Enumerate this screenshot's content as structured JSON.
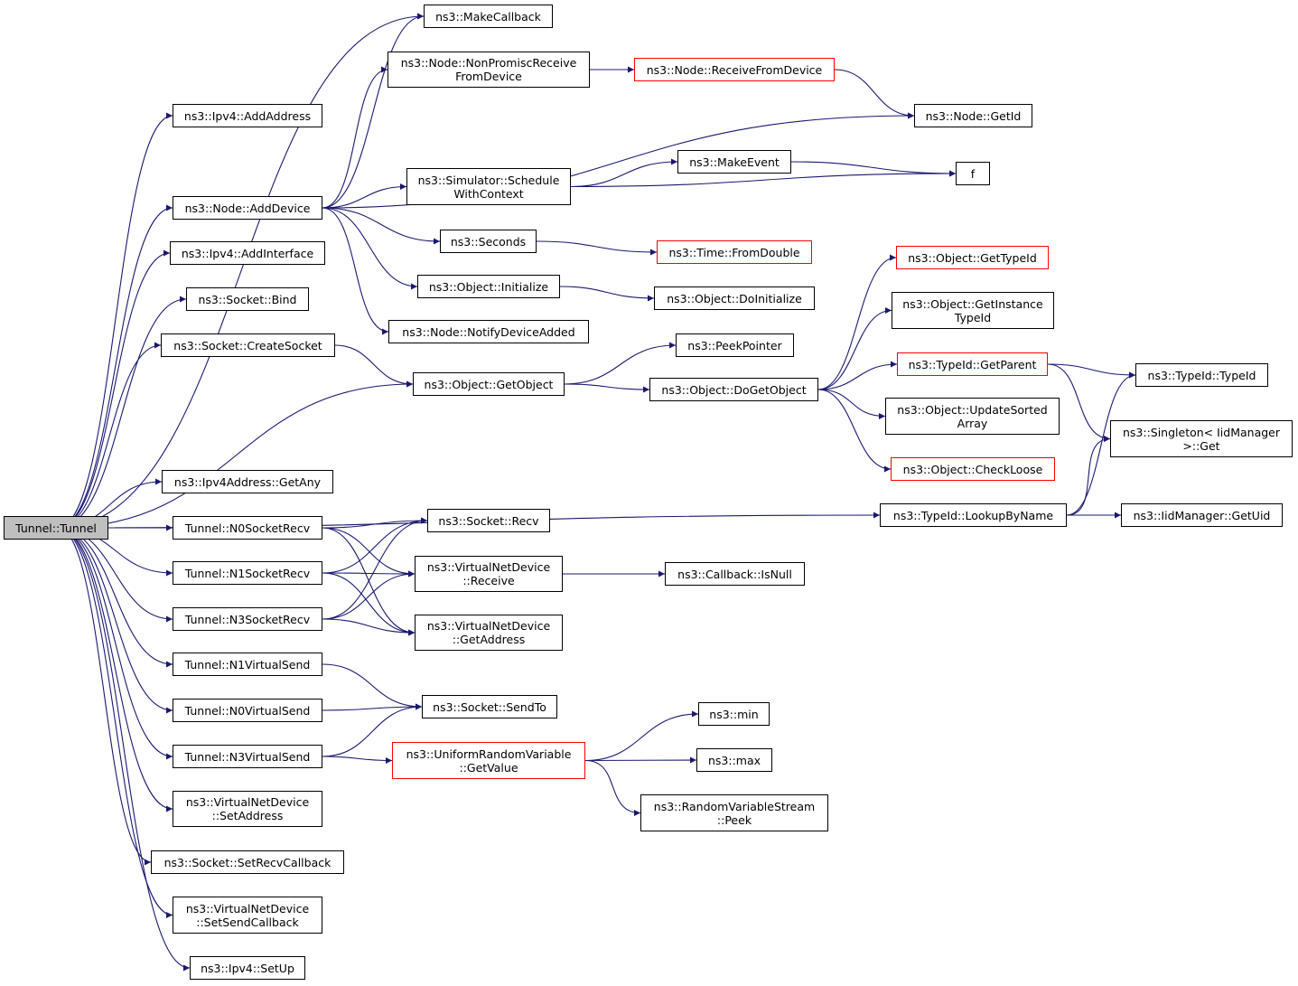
{
  "colors": {
    "edge": "#191970",
    "node_border": "#000000",
    "incomplete_border": "#ff0000",
    "root_fill": "#bfbfbf"
  },
  "nodes": [
    {
      "id": "tunnel",
      "lines": [
        "Tunnel::Tunnel"
      ],
      "style": "root"
    },
    {
      "id": "makecallback",
      "lines": [
        "ns3::MakeCallback"
      ]
    },
    {
      "id": "nonpromisc",
      "lines": [
        "ns3::Node::NonPromiscReceive",
        "FromDevice"
      ]
    },
    {
      "id": "receivefromdevice",
      "lines": [
        "ns3::Node::ReceiveFromDevice"
      ],
      "style": "red"
    },
    {
      "id": "addaddress",
      "lines": [
        "ns3::Ipv4::AddAddress"
      ]
    },
    {
      "id": "getid",
      "lines": [
        "ns3::Node::GetId"
      ]
    },
    {
      "id": "makeevent",
      "lines": [
        "ns3::MakeEvent"
      ]
    },
    {
      "id": "f",
      "lines": [
        "f"
      ]
    },
    {
      "id": "schedule",
      "lines": [
        "ns3::Simulator::Schedule",
        "WithContext"
      ]
    },
    {
      "id": "adddevice",
      "lines": [
        "ns3::Node::AddDevice"
      ]
    },
    {
      "id": "seconds",
      "lines": [
        "ns3::Seconds"
      ]
    },
    {
      "id": "fromdouble",
      "lines": [
        "ns3::Time::FromDouble"
      ],
      "style": "red"
    },
    {
      "id": "addinterface",
      "lines": [
        "ns3::Ipv4::AddInterface"
      ]
    },
    {
      "id": "gettypeid",
      "lines": [
        "ns3::Object::GetTypeId"
      ],
      "style": "red"
    },
    {
      "id": "initialize",
      "lines": [
        "ns3::Object::Initialize"
      ]
    },
    {
      "id": "doinitialize",
      "lines": [
        "ns3::Object::DoInitialize"
      ]
    },
    {
      "id": "bind",
      "lines": [
        "ns3::Socket::Bind"
      ]
    },
    {
      "id": "getinstance",
      "lines": [
        "ns3::Object::GetInstance",
        "TypeId"
      ]
    },
    {
      "id": "notify",
      "lines": [
        "ns3::Node::NotifyDeviceAdded"
      ]
    },
    {
      "id": "createsocket",
      "lines": [
        "ns3::Socket::CreateSocket"
      ]
    },
    {
      "id": "peekpointer",
      "lines": [
        "ns3::PeekPointer"
      ]
    },
    {
      "id": "getparent",
      "lines": [
        "ns3::TypeId::GetParent"
      ],
      "style": "red"
    },
    {
      "id": "typeid",
      "lines": [
        "ns3::TypeId::TypeId"
      ]
    },
    {
      "id": "getobject",
      "lines": [
        "ns3::Object::GetObject"
      ]
    },
    {
      "id": "dogetobject",
      "lines": [
        "ns3::Object::DoGetObject"
      ]
    },
    {
      "id": "updatesorted",
      "lines": [
        "ns3::Object::UpdateSorted",
        "Array"
      ]
    },
    {
      "id": "singleton",
      "lines": [
        "ns3::Singleton< IidManager",
        "  >::Get"
      ]
    },
    {
      "id": "checkloose",
      "lines": [
        "ns3::Object::CheckLoose"
      ],
      "style": "red"
    },
    {
      "id": "getany",
      "lines": [
        "ns3::Ipv4Address::GetAny"
      ]
    },
    {
      "id": "n0recv",
      "lines": [
        "Tunnel::N0SocketRecv"
      ]
    },
    {
      "id": "recv",
      "lines": [
        "ns3::Socket::Recv"
      ]
    },
    {
      "id": "lookup",
      "lines": [
        "ns3::TypeId::LookupByName"
      ]
    },
    {
      "id": "getuid",
      "lines": [
        "ns3::IidManager::GetUid"
      ]
    },
    {
      "id": "n1recv",
      "lines": [
        "Tunnel::N1SocketRecv"
      ]
    },
    {
      "id": "receive",
      "lines": [
        "ns3::VirtualNetDevice",
        "::Receive"
      ]
    },
    {
      "id": "isnull",
      "lines": [
        "ns3::Callback::IsNull"
      ]
    },
    {
      "id": "n3recv",
      "lines": [
        "Tunnel::N3SocketRecv"
      ]
    },
    {
      "id": "getaddress",
      "lines": [
        "ns3::VirtualNetDevice",
        "::GetAddress"
      ]
    },
    {
      "id": "n1send",
      "lines": [
        "Tunnel::N1VirtualSend"
      ]
    },
    {
      "id": "n0send",
      "lines": [
        "Tunnel::N0VirtualSend"
      ]
    },
    {
      "id": "sendto",
      "lines": [
        "ns3::Socket::SendTo"
      ]
    },
    {
      "id": "min",
      "lines": [
        "ns3::min"
      ]
    },
    {
      "id": "n3send",
      "lines": [
        "Tunnel::N3VirtualSend"
      ]
    },
    {
      "id": "getvalue",
      "lines": [
        "ns3::UniformRandomVariable",
        "::GetValue"
      ],
      "style": "red"
    },
    {
      "id": "max",
      "lines": [
        "ns3::max"
      ]
    },
    {
      "id": "peek",
      "lines": [
        "ns3::RandomVariableStream",
        "::Peek"
      ]
    },
    {
      "id": "setaddress",
      "lines": [
        "ns3::VirtualNetDevice",
        "::SetAddress"
      ]
    },
    {
      "id": "setrecvcb",
      "lines": [
        "ns3::Socket::SetRecvCallback"
      ]
    },
    {
      "id": "setsendcb",
      "lines": [
        "ns3::VirtualNetDevice",
        "::SetSendCallback"
      ]
    },
    {
      "id": "setup",
      "lines": [
        "ns3::Ipv4::SetUp"
      ]
    }
  ],
  "edges": [
    [
      "tunnel",
      "addaddress"
    ],
    [
      "tunnel",
      "adddevice"
    ],
    [
      "tunnel",
      "addinterface"
    ],
    [
      "tunnel",
      "bind"
    ],
    [
      "tunnel",
      "createsocket"
    ],
    [
      "tunnel",
      "getobject"
    ],
    [
      "tunnel",
      "lookup"
    ],
    [
      "tunnel",
      "getany"
    ],
    [
      "tunnel",
      "n0recv"
    ],
    [
      "tunnel",
      "n1recv"
    ],
    [
      "tunnel",
      "n3recv"
    ],
    [
      "tunnel",
      "n1send"
    ],
    [
      "tunnel",
      "n0send"
    ],
    [
      "tunnel",
      "n3send"
    ],
    [
      "tunnel",
      "setaddress"
    ],
    [
      "tunnel",
      "setrecvcb"
    ],
    [
      "tunnel",
      "setsendcb"
    ],
    [
      "tunnel",
      "setup"
    ],
    [
      "tunnel",
      "makecallback"
    ],
    [
      "adddevice",
      "makecallback"
    ],
    [
      "adddevice",
      "nonpromisc"
    ],
    [
      "adddevice",
      "getid"
    ],
    [
      "adddevice",
      "schedule"
    ],
    [
      "adddevice",
      "seconds"
    ],
    [
      "adddevice",
      "initialize"
    ],
    [
      "adddevice",
      "notify"
    ],
    [
      "nonpromisc",
      "receivefromdevice"
    ],
    [
      "receivefromdevice",
      "getid"
    ],
    [
      "schedule",
      "makeevent"
    ],
    [
      "schedule",
      "f"
    ],
    [
      "makeevent",
      "f"
    ],
    [
      "seconds",
      "fromdouble"
    ],
    [
      "initialize",
      "doinitialize"
    ],
    [
      "createsocket",
      "getobject"
    ],
    [
      "getobject",
      "peekpointer"
    ],
    [
      "getobject",
      "dogetobject"
    ],
    [
      "dogetobject",
      "gettypeid"
    ],
    [
      "dogetobject",
      "getinstance"
    ],
    [
      "dogetobject",
      "getparent"
    ],
    [
      "dogetobject",
      "updatesorted"
    ],
    [
      "dogetobject",
      "checkloose"
    ],
    [
      "getparent",
      "typeid"
    ],
    [
      "getparent",
      "singleton"
    ],
    [
      "lookup",
      "typeid"
    ],
    [
      "lookup",
      "singleton"
    ],
    [
      "lookup",
      "getuid"
    ],
    [
      "n0recv",
      "recv"
    ],
    [
      "n0recv",
      "receive"
    ],
    [
      "n0recv",
      "getaddress"
    ],
    [
      "n1recv",
      "recv"
    ],
    [
      "n1recv",
      "receive"
    ],
    [
      "n1recv",
      "getaddress"
    ],
    [
      "n3recv",
      "recv"
    ],
    [
      "n3recv",
      "receive"
    ],
    [
      "n3recv",
      "getaddress"
    ],
    [
      "receive",
      "isnull"
    ],
    [
      "n1send",
      "sendto"
    ],
    [
      "n0send",
      "sendto"
    ],
    [
      "n3send",
      "sendto"
    ],
    [
      "n3send",
      "getvalue"
    ],
    [
      "getvalue",
      "min"
    ],
    [
      "getvalue",
      "max"
    ],
    [
      "getvalue",
      "peek"
    ]
  ]
}
